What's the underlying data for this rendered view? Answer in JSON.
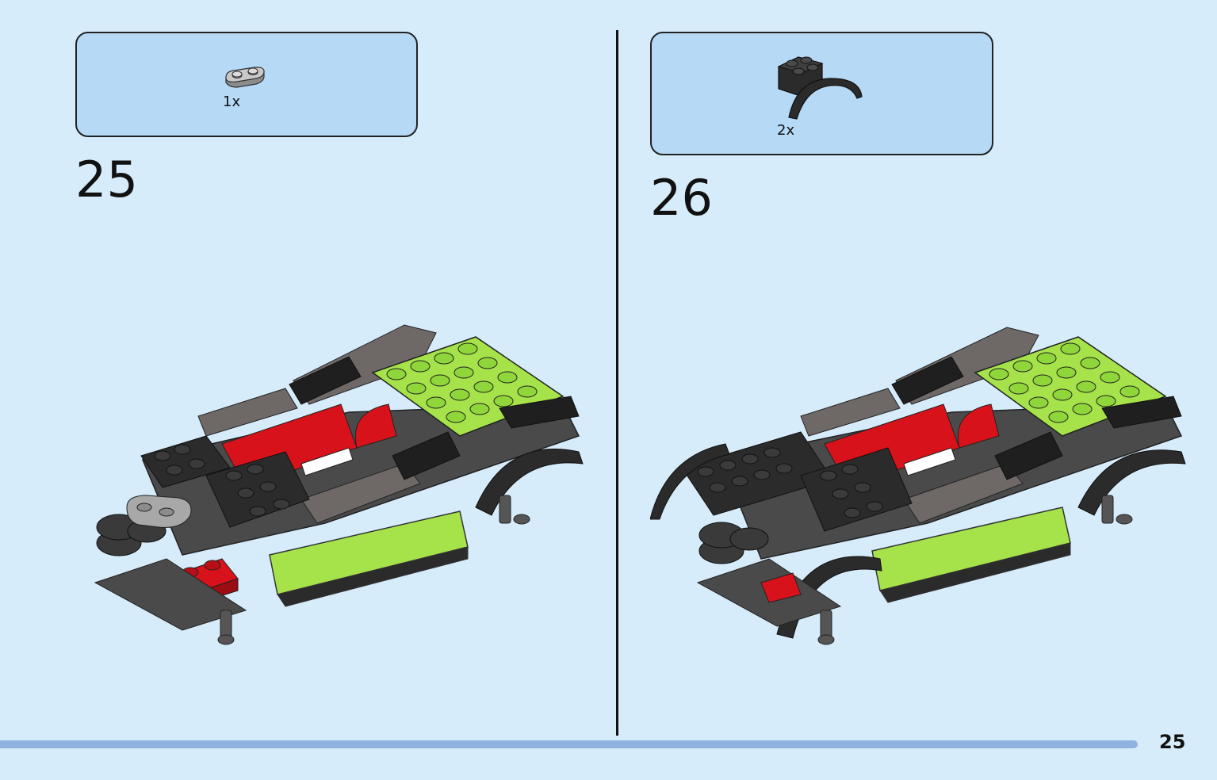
{
  "steps": [
    {
      "number": "25",
      "part_quantity": "1x",
      "part_icon": "light-gray-plate-1x2-rounded-icon"
    },
    {
      "number": "26",
      "part_quantity": "2x",
      "part_icon": "black-wheel-arch-mudguard-icon"
    }
  ],
  "page_number": "25",
  "colors": {
    "page_background": "#d6ecfb",
    "parts_box": "#b6d9f5",
    "footer_bar": "#8eb3df",
    "lime": "#a6e24a",
    "red": "#d8121a",
    "black": "#2b2b2b",
    "dark_gray": "#5a5552",
    "light_gray": "#a8a8a8"
  }
}
